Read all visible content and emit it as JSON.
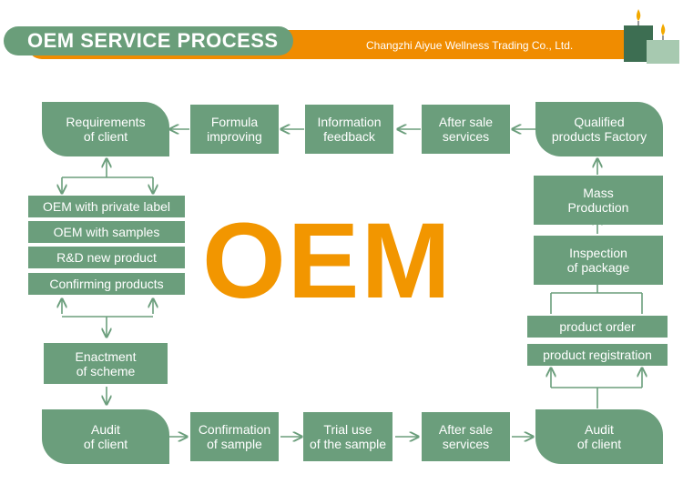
{
  "header": {
    "title": "OEM SERVICE PROCESS",
    "company": "Changzhi Aiyue Wellness Trading Co., Ltd."
  },
  "center_text": "OEM",
  "colors": {
    "box": "#6b9e7c",
    "accent": "#f29600",
    "connector": "#6b9e7c"
  },
  "nodes": {
    "requirements": {
      "line1": "Requirements",
      "line2": "of client"
    },
    "formula": {
      "line1": "Formula",
      "line2": "improving"
    },
    "information": {
      "line1": "Information",
      "line2": "feedback"
    },
    "after_sale_top": {
      "line1": "After sale",
      "line2": "services"
    },
    "qualified": {
      "line1": "Qualified",
      "line2": "products Factory"
    },
    "oem_private_label": "OEM with private label",
    "oem_samples": "OEM with samples",
    "rd_new_product": "R&D new product",
    "confirming_products": "Confirming products",
    "enactment": {
      "line1": "Enactment",
      "line2": "of scheme"
    },
    "audit_left": {
      "line1": "Audit",
      "line2": "of client"
    },
    "confirmation_sample": {
      "line1": "Confirmation",
      "line2": "of sample"
    },
    "trial_use": {
      "line1": "Trial use",
      "line2": "of the sample"
    },
    "after_sale_bottom": {
      "line1": "After sale",
      "line2": "services"
    },
    "audit_right": {
      "line1": "Audit",
      "line2": "of client"
    },
    "mass_production": {
      "line1": "Mass",
      "line2": "Production"
    },
    "inspection": {
      "line1": "Inspection",
      "line2": "of package"
    },
    "product_order": "product order",
    "product_registration": "product registration"
  }
}
